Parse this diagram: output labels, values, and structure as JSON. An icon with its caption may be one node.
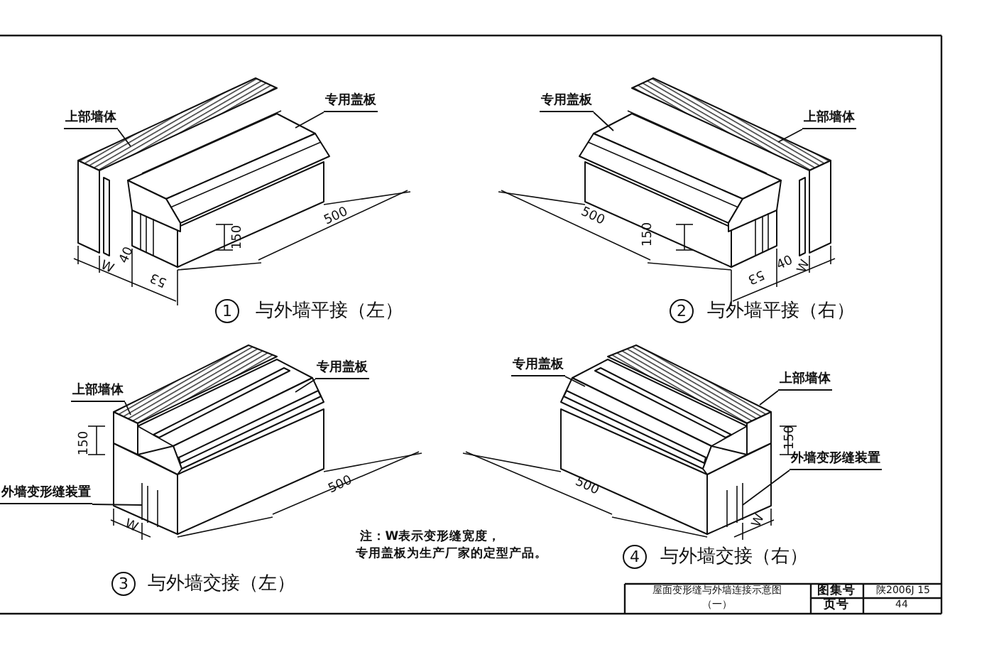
{
  "diagram": {
    "nodes": [
      {
        "text": [
          "上部墙体"
        ]
      },
      {
        "text": [
          "专用盖板"
        ]
      },
      {
        "text": [
          "专用盖板"
        ]
      },
      {
        "text": [
          "上部墙体"
        ]
      },
      {
        "text": [
          "上部墙体"
        ]
      },
      {
        "text": [
          "专用盖板"
        ]
      },
      {
        "text": [
          "外墙变形缝装置"
        ]
      },
      {
        "text": [
          "专用盖板"
        ]
      },
      {
        "text": [
          "上部墙体"
        ]
      },
      {
        "text": [
          "外墙变形缝装置"
        ]
      },
      {
        "text": [],
        "shape": "picture"
      },
      {
        "text": [],
        "shape": "picture"
      }
    ],
    "edges": [
      {
        "from": 0,
        "to": null,
        "arrow": "none"
      },
      {
        "from": 1,
        "to": null,
        "arrow": "none"
      },
      {
        "from": 2,
        "to": null,
        "arrow": "none"
      },
      {
        "from": 3,
        "to": null,
        "arrow": "none"
      },
      {
        "from": 4,
        "to": null,
        "arrow": "none"
      },
      {
        "from": 5,
        "to": null,
        "arrow": "none"
      },
      {
        "from": 6,
        "to": 10,
        "arrow": "none"
      },
      {
        "from": 7,
        "to": null,
        "arrow": "none"
      },
      {
        "from": 8,
        "to": null,
        "arrow": "none"
      },
      {
        "from": 9,
        "to": 11,
        "arrow": "none"
      }
    ],
    "labels": [
      "W",
      "40",
      "53",
      "150",
      "500",
      "1",
      "与外墙平接（左）",
      "500",
      "150",
      "53",
      "40",
      "W",
      "2",
      "与外墙平接（右）",
      "150",
      "500",
      "W",
      "3",
      "与外墙交接（左）",
      "注：W表示变形缝宽度，",
      "专用盖板为生产厂家的定型产品。",
      "150",
      "500",
      "W",
      "4",
      "与外墙交接（右）",
      "屋面变形缝与外墙连接示意图",
      "图集号",
      "陕2006J 15",
      "（一）",
      "页号",
      "44"
    ]
  }
}
